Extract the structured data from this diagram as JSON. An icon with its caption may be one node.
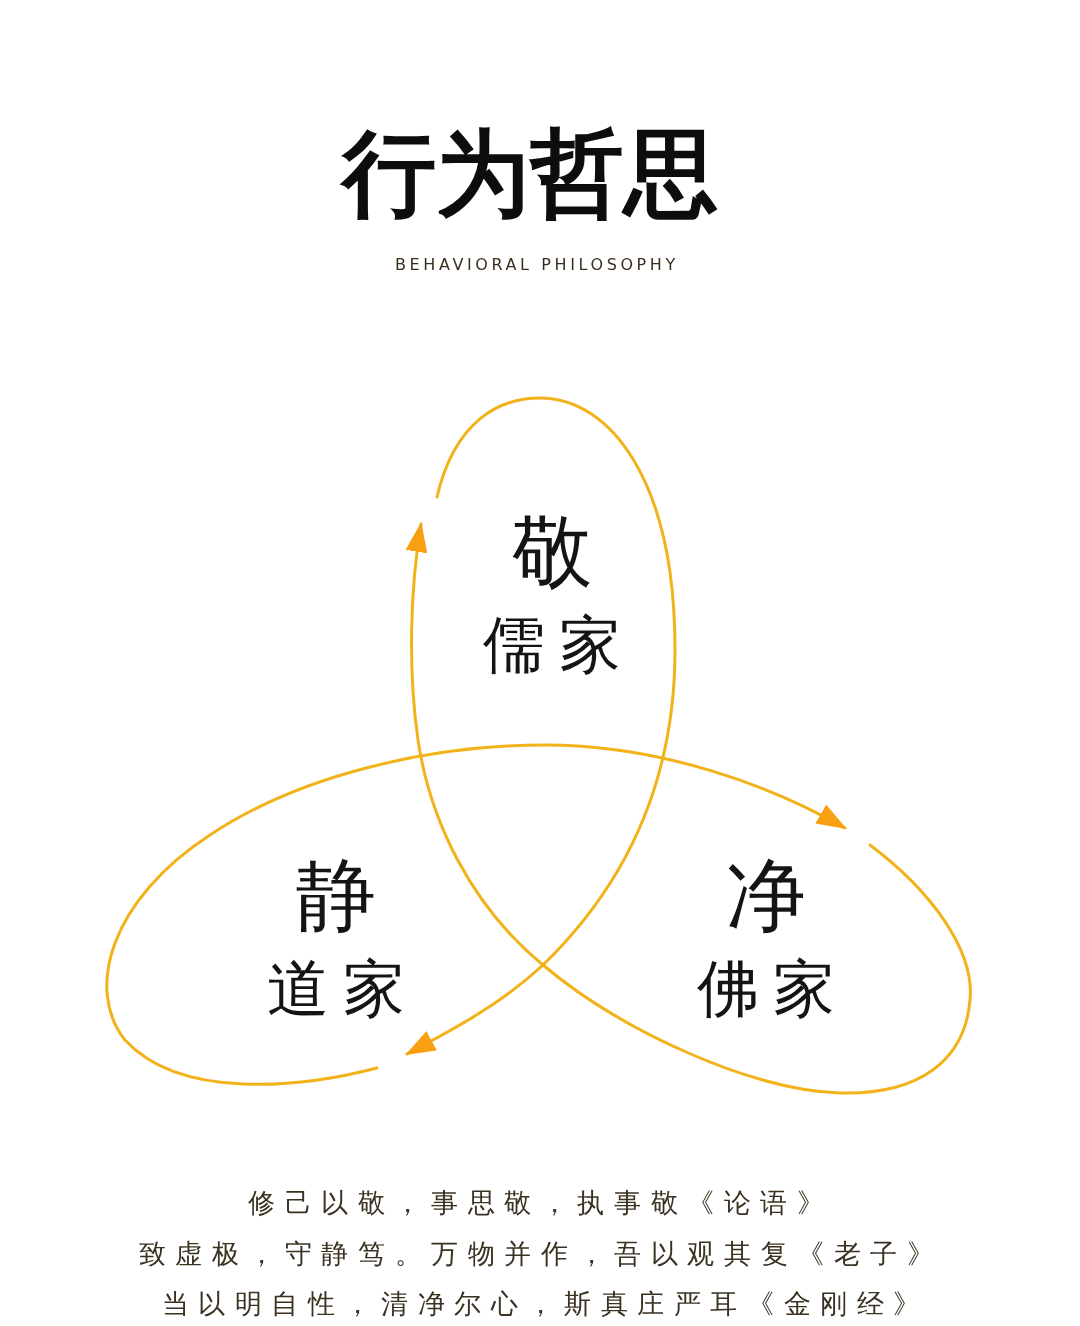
{
  "diagram": {
    "title": "行为哲思",
    "nodes": [
      {
        "text": [
          "敬",
          "儒家"
        ]
      },
      {
        "text": [
          "静",
          "道家"
        ]
      },
      {
        "text": [
          "净",
          "佛家"
        ]
      }
    ],
    "edges": [
      {
        "from": 0,
        "to": 1,
        "arrow": "to"
      },
      {
        "from": 1,
        "to": 2,
        "arrow": "to"
      },
      {
        "from": 2,
        "to": 0,
        "arrow": "to"
      }
    ],
    "labels": [
      "BEHAVIORAL PHILOSOPHY",
      "修己以敬，事思敬，执事敬《论语》",
      "致虚极，守静笃。万物并作，吾以观其复《老子》",
      "当以明自性，清净尔心，斯真庄严耳《金刚经》"
    ]
  }
}
